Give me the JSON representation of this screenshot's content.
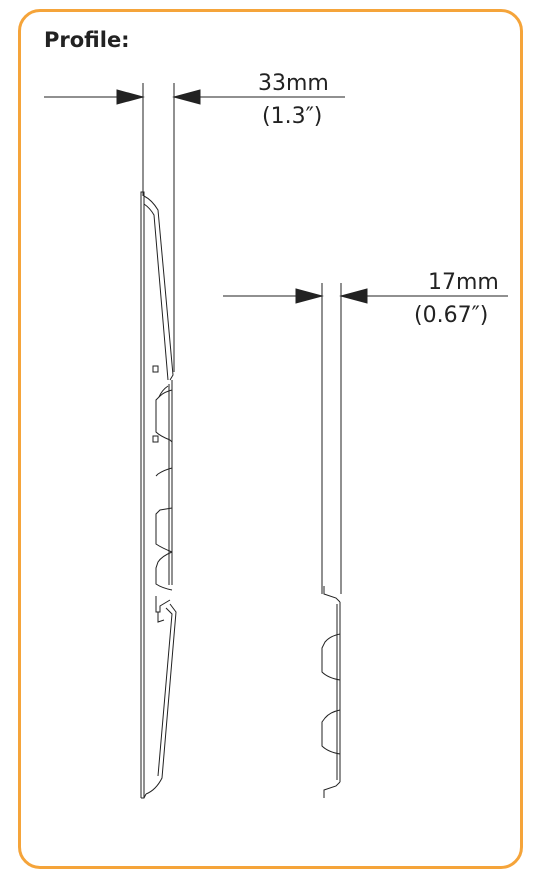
{
  "title": "Profile:",
  "accent_color": "#f5a43a",
  "dimensions": {
    "large": {
      "metric": "33mm",
      "imperial": "(1.3″)"
    },
    "small": {
      "metric": "17mm",
      "imperial": "(0.67″)"
    }
  }
}
